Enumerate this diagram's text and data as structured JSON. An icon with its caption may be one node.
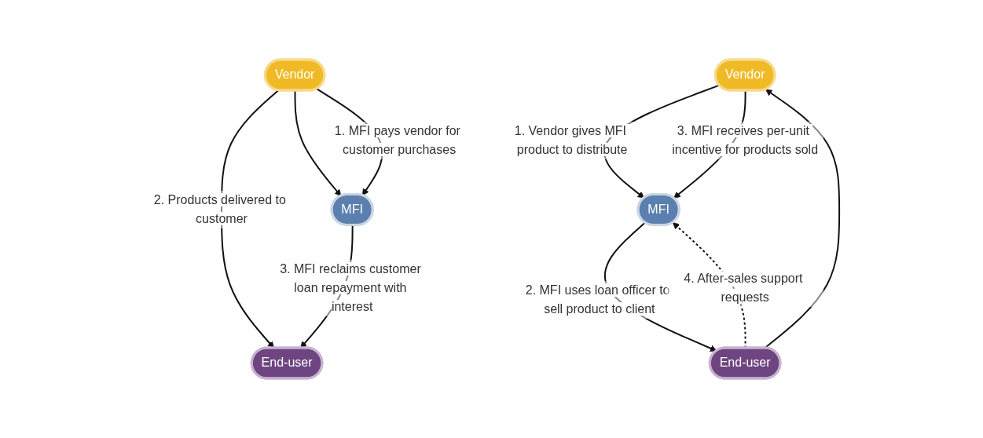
{
  "diagram": {
    "nodes": [
      {
        "text": [
          "Vendor"
        ]
      },
      {
        "text": [
          "MFI"
        ]
      },
      {
        "text": [
          "End-user"
        ]
      },
      {
        "text": [
          "Vendor"
        ]
      },
      {
        "text": [
          "MFI"
        ]
      },
      {
        "text": [
          "End-user"
        ]
      }
    ],
    "edges": [
      {
        "from": 0,
        "to": 1,
        "arrow": "to"
      },
      {
        "from": 0,
        "to": 1,
        "arrow": "to",
        "label": "1. MFI pays vendor for customer purchases"
      },
      {
        "from": 0,
        "to": 2,
        "arrow": "to",
        "label": "2. Products delivered to customer"
      },
      {
        "from": 1,
        "to": 2,
        "arrow": "to",
        "label": "3. MFI reclaims customer loan repayment with interest"
      },
      {
        "from": 3,
        "to": 4,
        "arrow": "to",
        "label": "1. Vendor gives MFI product to distribute"
      },
      {
        "from": 3,
        "to": 4,
        "arrow": "to",
        "label": "3. MFI receives per-unit incentive for products sold"
      },
      {
        "from": 4,
        "to": 5,
        "arrow": "to",
        "label": "2. MFI uses loan officer to sell product to client"
      },
      {
        "from": 5,
        "to": 4,
        "arrow": "to",
        "style": "dashed",
        "label": "4. After-sales support requests"
      },
      {
        "from": 5,
        "to": 3,
        "arrow": "to"
      }
    ]
  }
}
